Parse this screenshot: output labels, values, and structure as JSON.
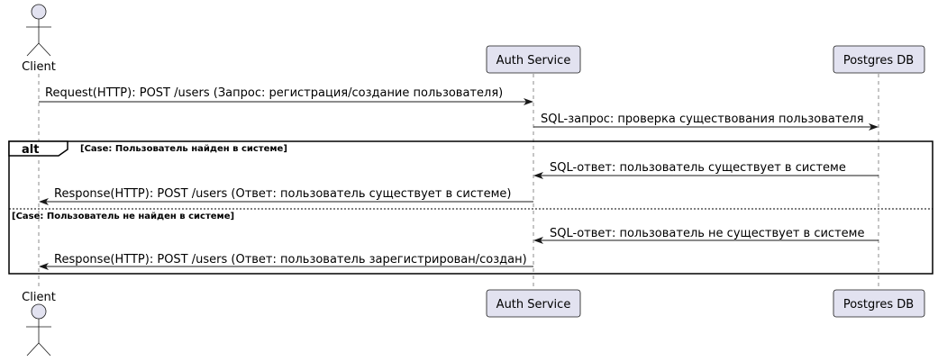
{
  "participants": {
    "client": "Client",
    "auth": "Auth Service",
    "db": "Postgres DB"
  },
  "messages": [
    "Request(HTTP): POST /users (Запрос: регистрация/создание пользователя)",
    "SQL-запрос: проверка существования пользователя",
    "SQL-ответ: пользователь существует в системе",
    "Response(HTTP): POST /users (Ответ: пользователь существует в системе)",
    "SQL-ответ: пользователь не существует в системе",
    "Response(HTTP): POST /users (Ответ: пользователь зарегистрирован/создан)"
  ],
  "alt_frame": {
    "keyword": "alt",
    "case_1": "[Case: Пользователь найден в системе]",
    "case_2": "[Case: Пользователь не найден в системе]"
  },
  "colors": {
    "participant_fill": "#E2E2F0",
    "line": "#181818"
  }
}
